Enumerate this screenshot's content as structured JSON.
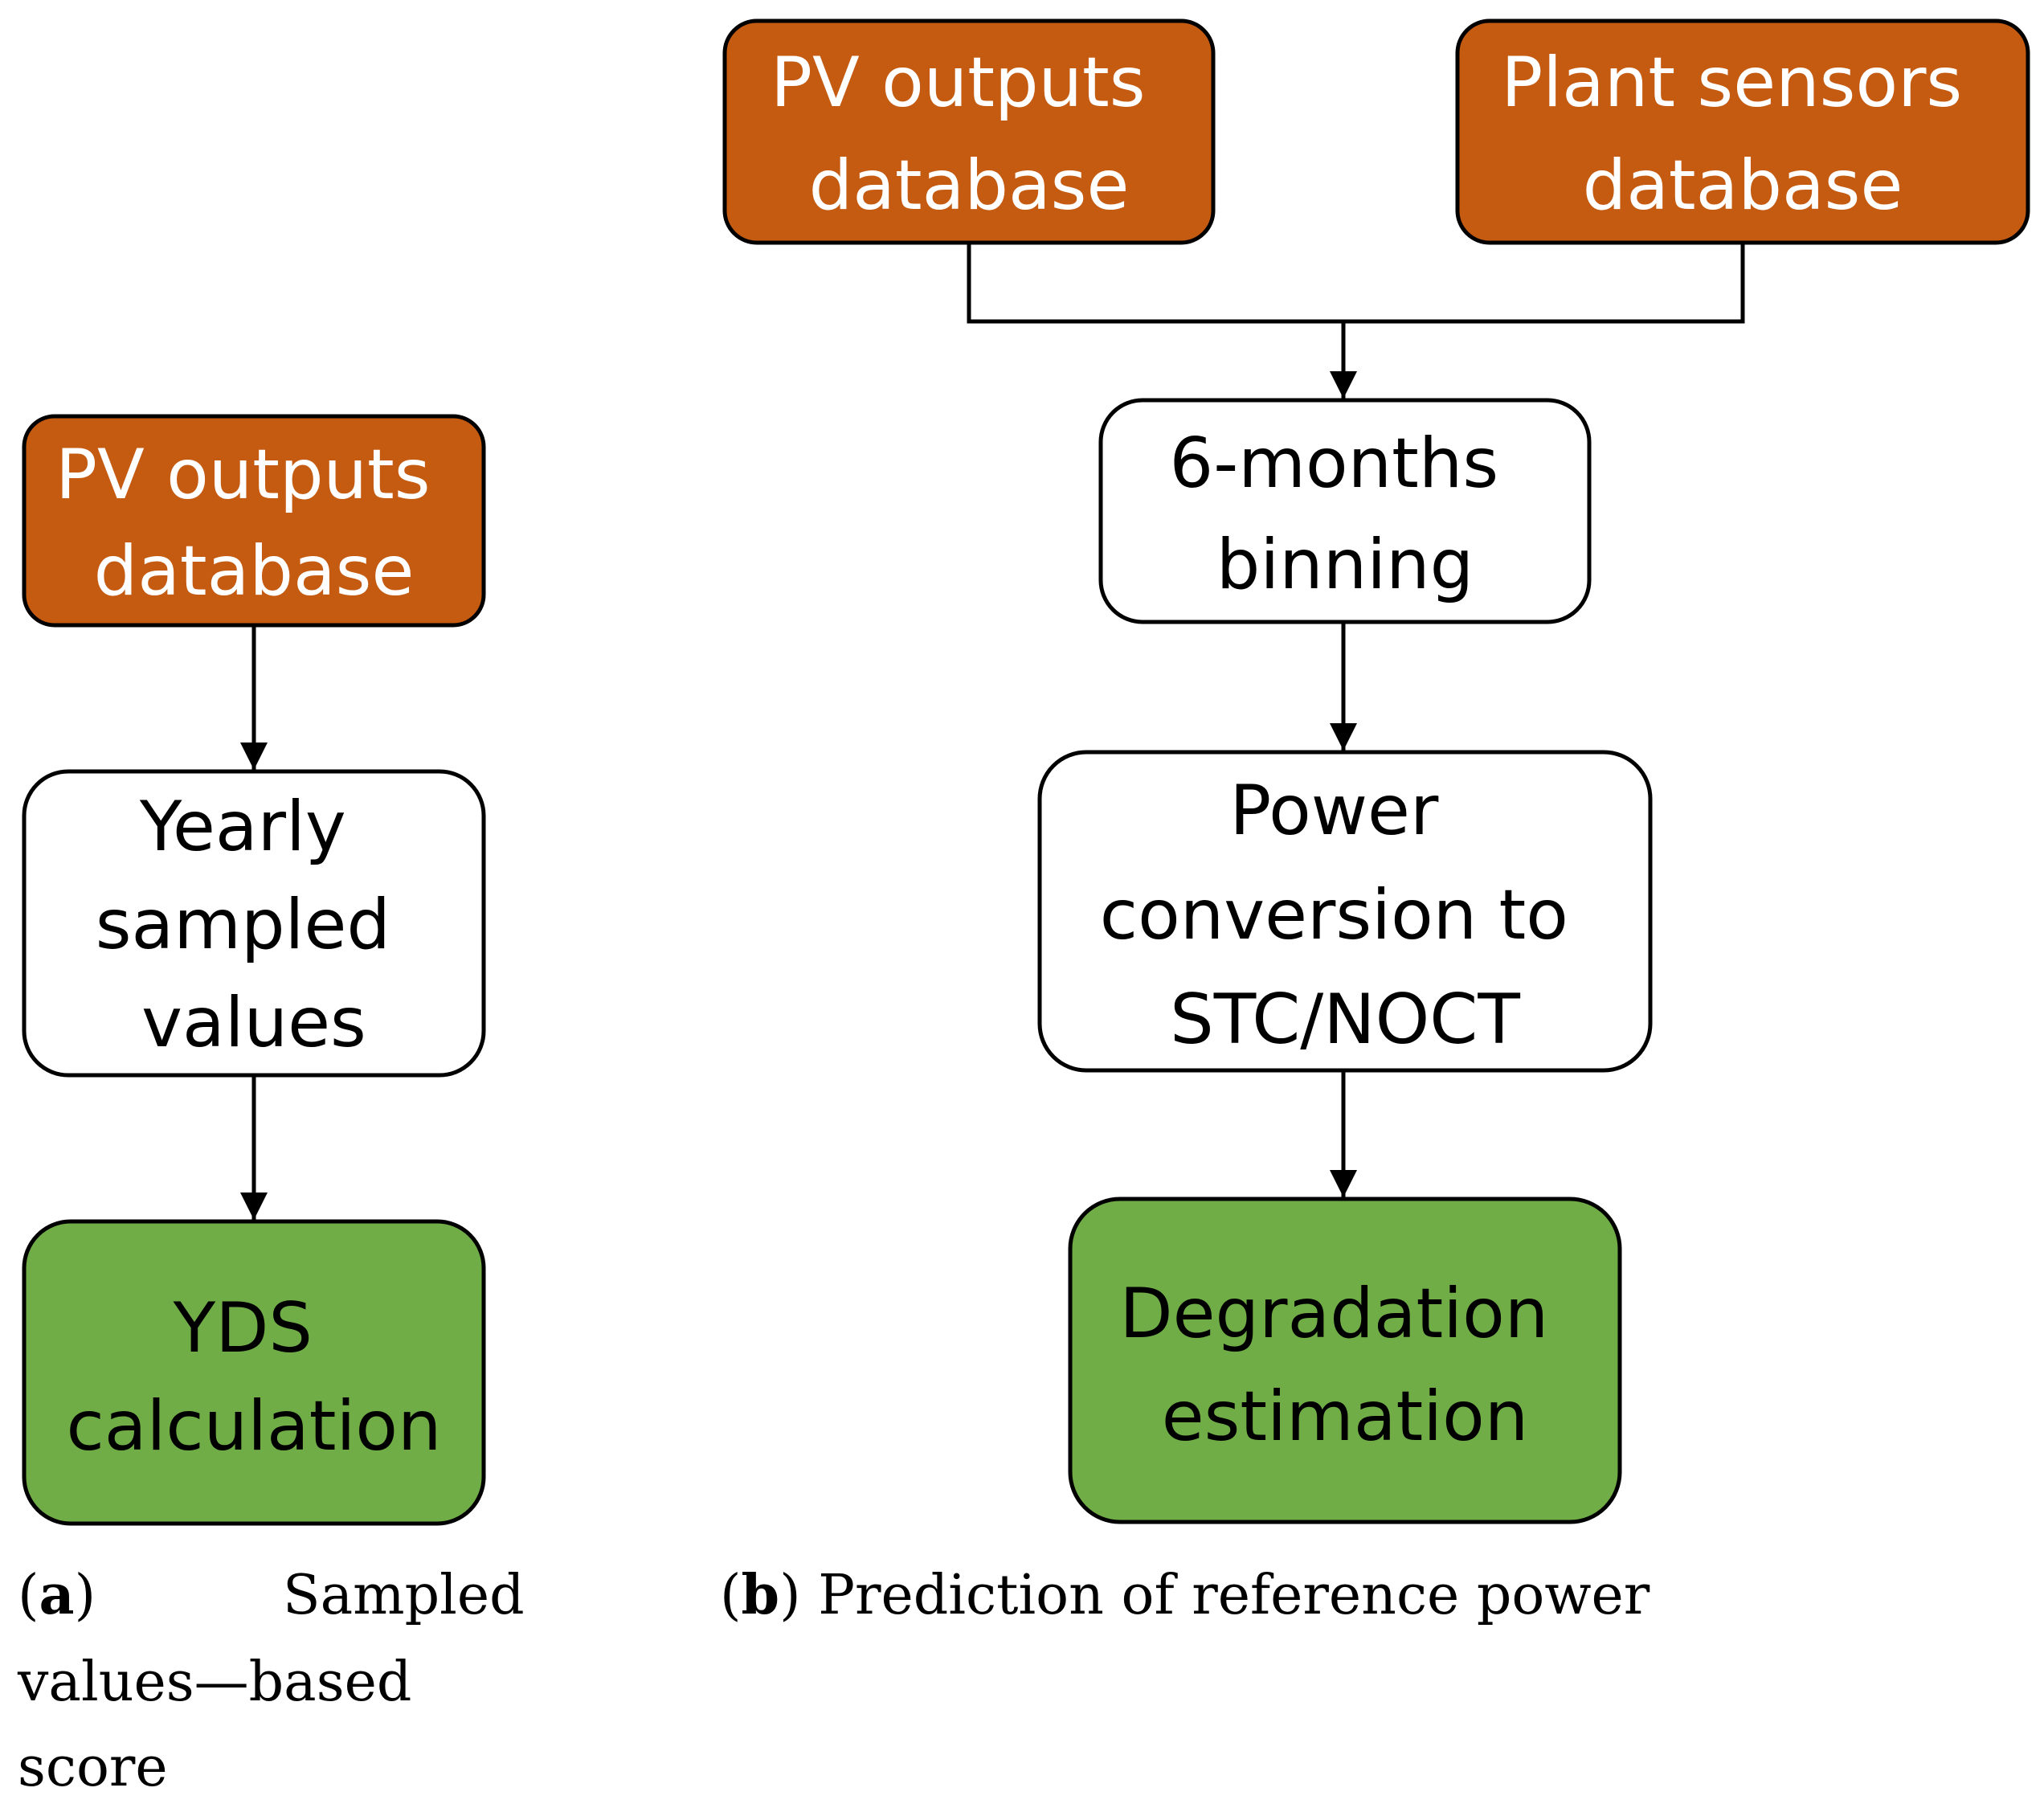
{
  "colors": {
    "database": "#C55A11",
    "result": "#70AD47",
    "process": "#FFFFFF",
    "stroke": "#000000",
    "text_light": "#FFFFFF",
    "text_dark": "#000000"
  },
  "panel_a": {
    "source": {
      "lines": [
        "PV outputs",
        "database"
      ]
    },
    "process": {
      "lines": [
        "Yearly",
        "sampled",
        "values"
      ]
    },
    "result": {
      "lines": [
        "YDS",
        "calculation"
      ]
    },
    "caption": {
      "label": "a",
      "line1": "Sampled",
      "line2": "values—based",
      "line3": "score"
    }
  },
  "panel_b": {
    "source_left": {
      "lines": [
        "PV outputs",
        "database"
      ]
    },
    "source_right": {
      "lines": [
        "Plant sensors",
        "database"
      ]
    },
    "binning": {
      "lines": [
        "6-months",
        "binning"
      ]
    },
    "conversion": {
      "lines": [
        "Power",
        "conversion to",
        "STC/NOCT"
      ]
    },
    "result": {
      "lines": [
        "Degradation",
        "estimation"
      ]
    },
    "caption": {
      "label": "b",
      "text": "Prediction of reference power"
    }
  }
}
